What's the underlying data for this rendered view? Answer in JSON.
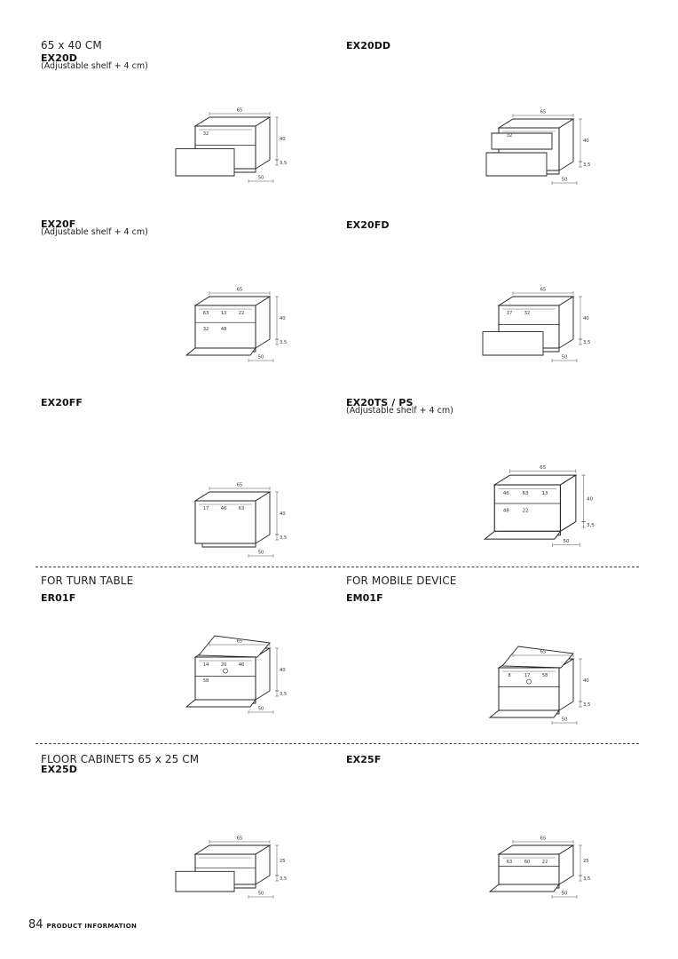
{
  "header": {
    "size_title": "65 x 40 CM",
    "turn_table_title": "FOR TURN TABLE",
    "mobile_device_title": "FOR MOBILE DEVICE",
    "floor_title": "FLOOR CABINETS 65 x 25 CM"
  },
  "products": [
    {
      "code": "EX20D",
      "note": "(Adjustable shelf + 4 cm)",
      "dims": {
        "w": "65",
        "h": "40",
        "d": "50",
        "base": "3,5",
        "inner": [
          "32"
        ]
      }
    },
    {
      "code": "EX20DD",
      "note": "",
      "dims": {
        "w": "65",
        "h": "40",
        "d": "50",
        "base": "3,5",
        "inner": [
          "32"
        ]
      }
    },
    {
      "code": "EX20F",
      "note": "(Adjustable shelf + 4 cm)",
      "dims": {
        "w": "65",
        "h": "40",
        "d": "50",
        "base": "3,5",
        "inner": [
          "63",
          "13",
          "22",
          "32",
          "48"
        ]
      }
    },
    {
      "code": "EX20FD",
      "note": "",
      "dims": {
        "w": "65",
        "h": "40",
        "d": "50",
        "base": "3,5",
        "inner": [
          "17",
          "32"
        ]
      }
    },
    {
      "code": "EX20FF",
      "note": "",
      "dims": {
        "w": "65",
        "h": "40",
        "d": "50",
        "base": "3,5",
        "inner": [
          "17",
          "46",
          "63"
        ]
      }
    },
    {
      "code": "EX20TS / PS",
      "note": "(Adjustable shelf + 4 cm)",
      "dims": {
        "w": "65",
        "h": "40",
        "d": "50",
        "base": "3,5",
        "inner": [
          "46",
          "63",
          "13",
          "48",
          "22"
        ]
      }
    },
    {
      "code": "ER01F",
      "note": "",
      "dims": {
        "w": "65",
        "h": "40",
        "d": "50",
        "base": "3,5",
        "inner": [
          "14",
          "20",
          "46",
          "58"
        ]
      }
    },
    {
      "code": "EM01F",
      "note": "",
      "dims": {
        "w": "65",
        "h": "40",
        "d": "50",
        "base": "3,5",
        "inner": [
          "8",
          "17",
          "58"
        ]
      }
    },
    {
      "code": "EX25D",
      "note": "",
      "dims": {
        "w": "65",
        "h": "25",
        "d": "50",
        "base": "3,5",
        "inner": []
      }
    },
    {
      "code": "EX25F",
      "note": "",
      "dims": {
        "w": "65",
        "h": "25",
        "d": "50",
        "base": "3,5",
        "inner": [
          "63",
          "60",
          "22"
        ]
      }
    }
  ],
  "footer": {
    "page_number": "84",
    "label": "PRODUCT INFORMATION"
  },
  "colors": {
    "line": "#222222",
    "dimension": "#555555",
    "panel_fill": "#ffffff"
  }
}
